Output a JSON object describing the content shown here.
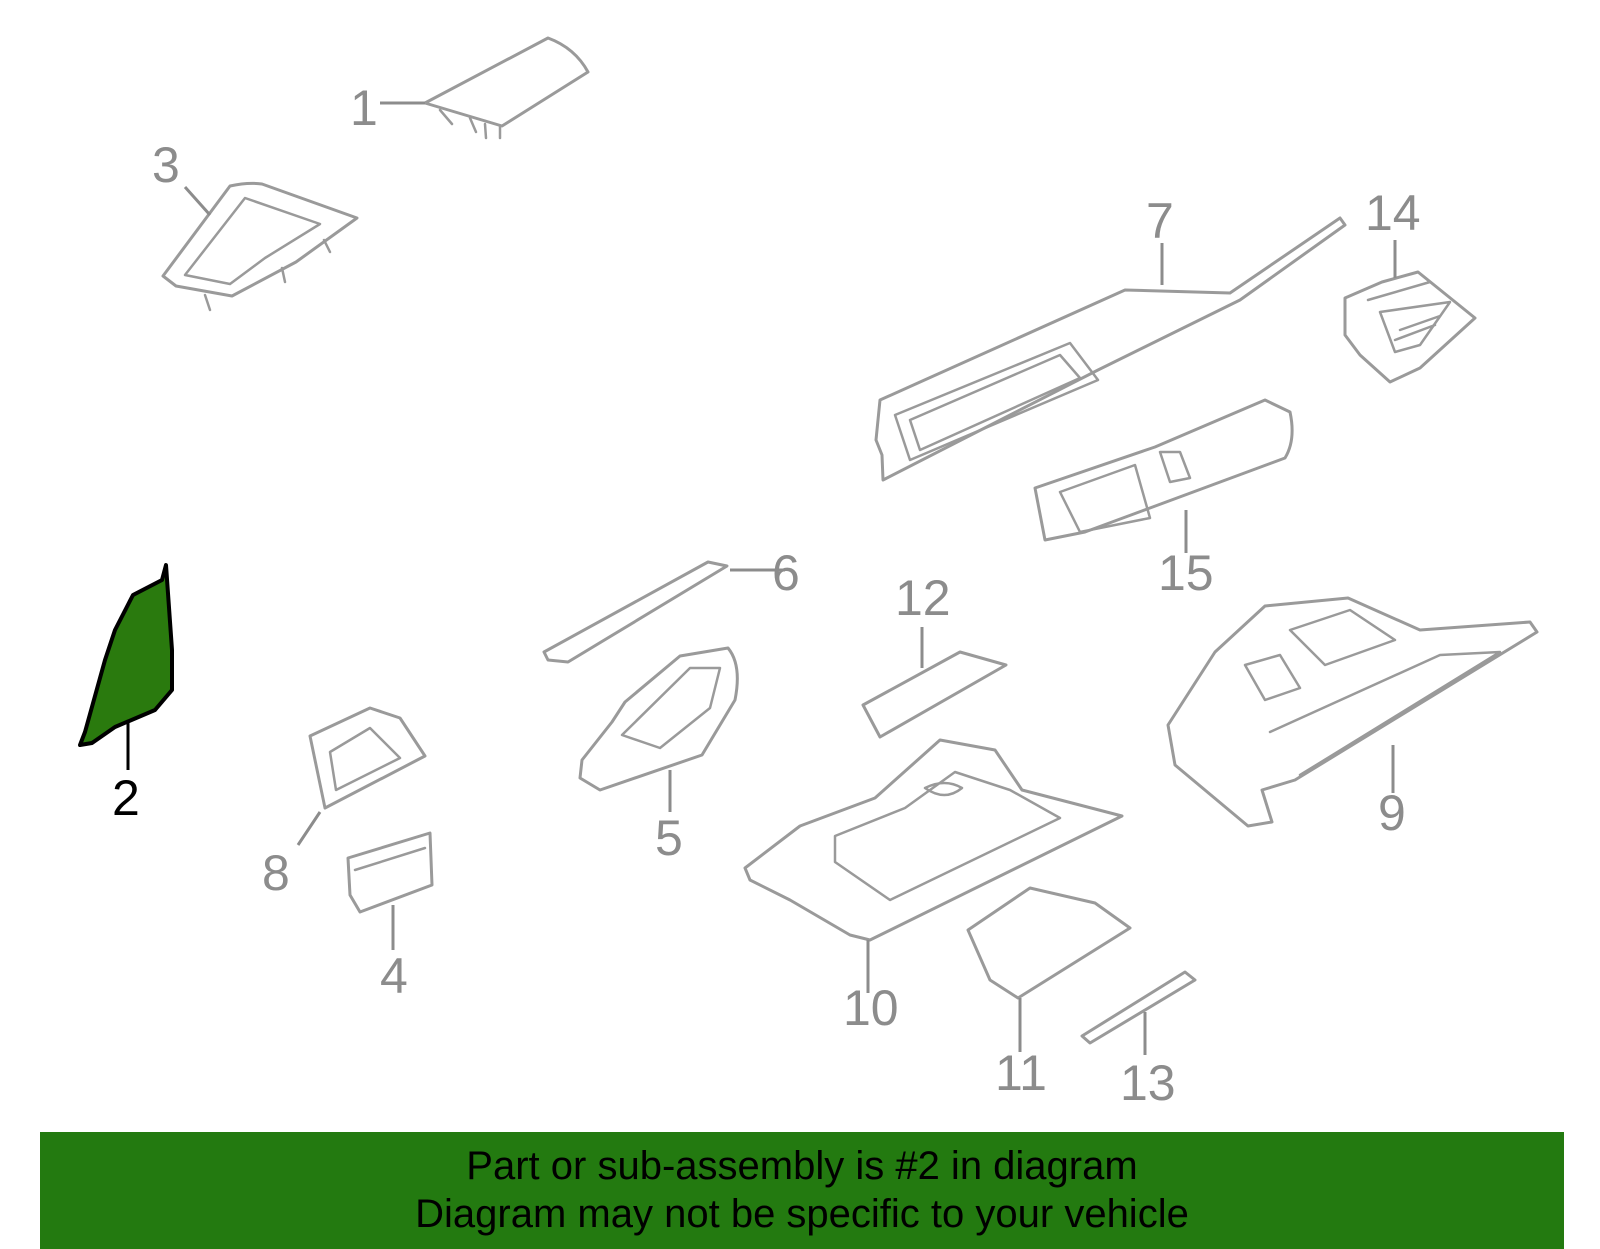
{
  "callouts": {
    "c1": "1",
    "c2": "2",
    "c3": "3",
    "c4": "4",
    "c5": "5",
    "c6": "6",
    "c7": "7",
    "c8": "8",
    "c9": "9",
    "c10": "10",
    "c11": "11",
    "c12": "12",
    "c13": "13",
    "c14": "14",
    "c15": "15"
  },
  "highlighted_part": "2",
  "banner": {
    "line1": "Part or sub-assembly is #2 in diagram",
    "line2": "Diagram may not be specific to your vehicle"
  },
  "colors": {
    "highlight": "#2a7a0e",
    "banner": "#237a10",
    "part_stroke": "#9a9a9a"
  }
}
